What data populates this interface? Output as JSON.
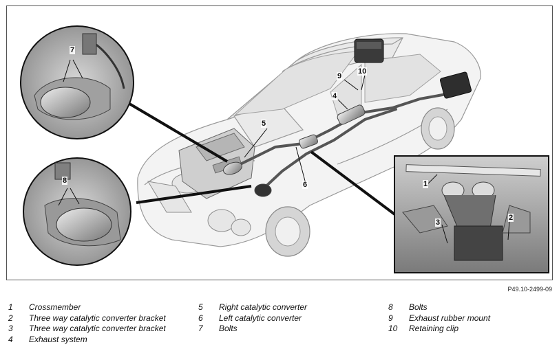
{
  "figure": {
    "reference": "P49.10-2499-09",
    "callouts": {
      "c1": "1",
      "c2": "2",
      "c3": "3",
      "c4": "4",
      "c5": "5",
      "c6": "6",
      "c7": "7",
      "c8": "8",
      "c9": "9",
      "c10": "10"
    }
  },
  "legend": [
    {
      "num": "1",
      "text": "Crossmember"
    },
    {
      "num": "2",
      "text": "Three way catalytic converter bracket"
    },
    {
      "num": "3",
      "text": "Three way catalytic converter bracket"
    },
    {
      "num": "4",
      "text": "Exhaust system"
    },
    {
      "num": "5",
      "text": "Right catalytic converter"
    },
    {
      "num": "6",
      "text": "Left catalytic converter"
    },
    {
      "num": "7",
      "text": "Bolts"
    },
    {
      "num": "8",
      "text": "Bolts"
    },
    {
      "num": "9",
      "text": "Exhaust rubber mount"
    },
    {
      "num": "10",
      "text": "Retaining clip"
    }
  ]
}
